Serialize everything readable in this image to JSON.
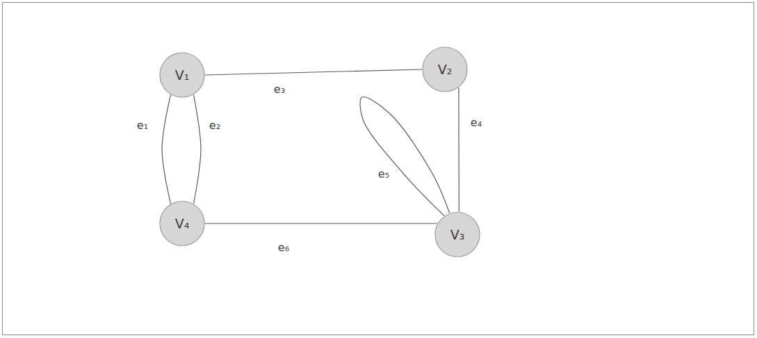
{
  "diagram": {
    "nodes": [
      {
        "text": [
          "V₁"
        ]
      },
      {
        "text": [
          "V₂"
        ]
      },
      {
        "text": [
          "V₃"
        ]
      },
      {
        "text": [
          "V₄"
        ]
      }
    ],
    "edges": [
      {
        "from": 0,
        "to": 3,
        "arrow": "none",
        "label": "e₁"
      },
      {
        "from": 0,
        "to": 3,
        "arrow": "none",
        "label": "e₂"
      },
      {
        "from": 0,
        "to": 1,
        "arrow": "none",
        "label": "e₃"
      },
      {
        "from": 1,
        "to": 2,
        "arrow": "none",
        "label": "e₄"
      },
      {
        "from": 2,
        "to": 2,
        "arrow": "none",
        "label": "e₅"
      },
      {
        "from": 3,
        "to": 2,
        "arrow": "none",
        "label": "e₆"
      }
    ]
  }
}
